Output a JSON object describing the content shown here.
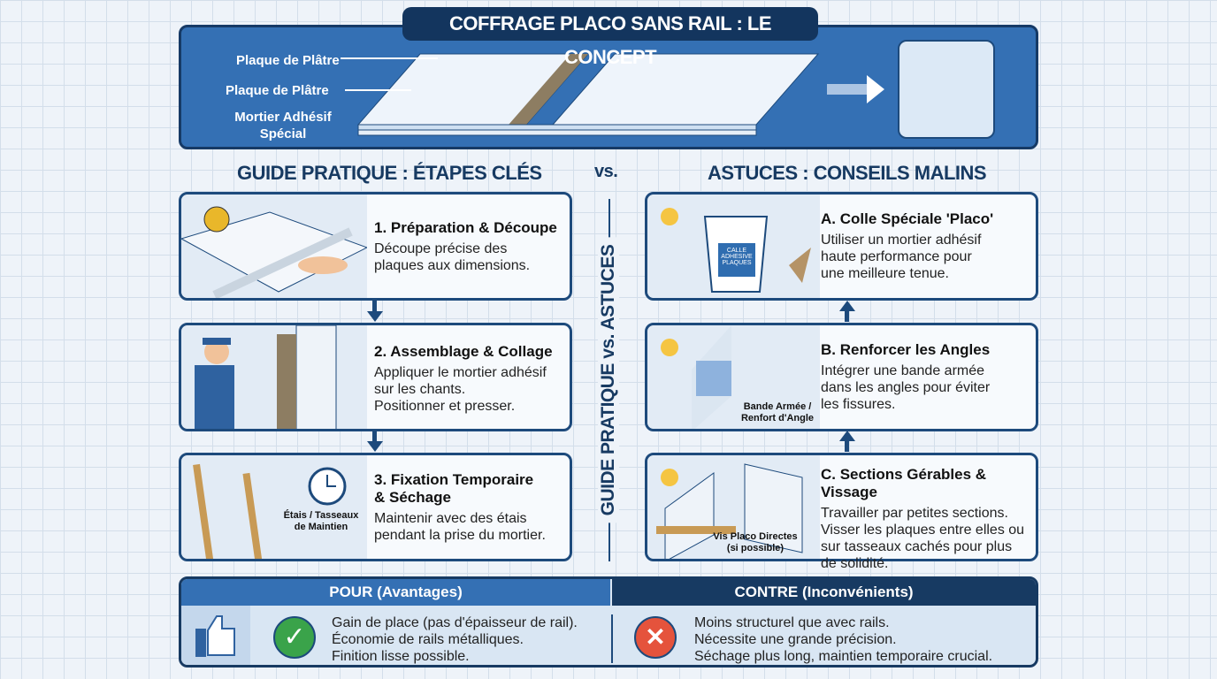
{
  "banner": {
    "title": "COFFRAGE PLACO SANS RAIL : LE CONCEPT",
    "labels": [
      "Plaque de Plâtre",
      "Plaque de Plâtre",
      "Mortier Adhésif Spécial"
    ]
  },
  "sections": {
    "left": "GUIDE PRATIQUE : ÉTAPES CLÉS",
    "vs": "vs.",
    "right": "ASTUCES : CONSEILS MALINS",
    "vertical": "GUIDE PRATIQUE vs. ASTUCES"
  },
  "steps": [
    {
      "title": "1. Préparation & Découpe",
      "desc": [
        "Découpe précise des",
        "plaques aux dimensions."
      ]
    },
    {
      "title": "2. Assemblage & Collage",
      "desc": [
        "Appliquer le mortier adhésif",
        "sur les chants.",
        "Positionner et presser."
      ]
    },
    {
      "title": "3. Fixation Temporaire",
      "title2": "& Séchage",
      "desc": [
        "Maintenir avec des étais",
        "pendant la prise du mortier."
      ],
      "label": "Étais / Tasseaux de Maintien"
    }
  ],
  "tips": [
    {
      "title": "A. Colle Spéciale 'Placo'",
      "desc": [
        "Utiliser un mortier adhésif",
        "haute performance pour",
        "une meilleure tenue."
      ],
      "label": "CALLE ADHESIVE PLAQUES"
    },
    {
      "title": "B. Renforcer les Angles",
      "desc": [
        "Intégrer une bande armée",
        "dans les angles pour éviter",
        "les fissures."
      ],
      "label": "Bande Armée / Renfort d'Angle"
    },
    {
      "title": "C. Sections Gérables & Vissage",
      "desc": [
        "Travailler par petites sections.",
        "Visser les plaques entre elles ou",
        "sur tasseaux cachés pour plus",
        "de solidité."
      ],
      "label": "Vis Placo Directes (si possible)"
    }
  ],
  "pros": {
    "header": "POUR (Avantages)",
    "items": [
      "Gain de place (pas d'épaisseur de rail).",
      "Économie de rails métalliques.",
      "Finition lisse possible."
    ]
  },
  "cons": {
    "header": "CONTRE (Inconvénients)",
    "items": [
      "Moins structurel que avec rails.",
      "Nécessite une grande précision.",
      "Séchage plus long, maintien temporaire crucial."
    ]
  },
  "colors": {
    "primary": "#3470b4",
    "navy": "#13355e",
    "check": "#3aa34a",
    "cross": "#e5533c"
  }
}
